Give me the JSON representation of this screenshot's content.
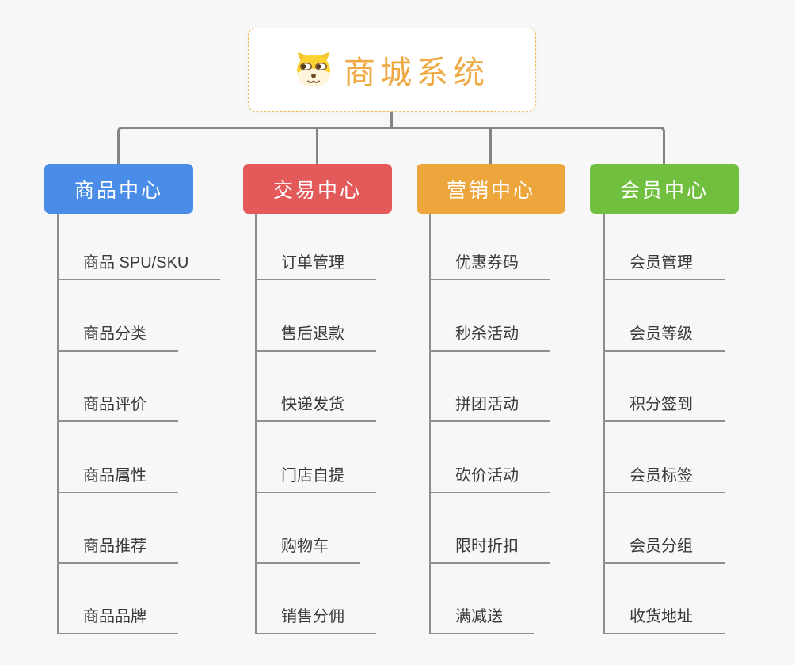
{
  "root": {
    "title": "商城系统",
    "icon": "dog-face-icon"
  },
  "branches": [
    {
      "label": "商品中心",
      "color": "#4a8de8",
      "children": [
        "商品 SPU/SKU",
        "商品分类",
        "商品评价",
        "商品属性",
        "商品推荐",
        "商品品牌"
      ]
    },
    {
      "label": "交易中心",
      "color": "#e45a5a",
      "children": [
        "订单管理",
        "售后退款",
        "快递发货",
        "门店自提",
        "购物车",
        "销售分佣"
      ]
    },
    {
      "label": "营销中心",
      "color": "#eda63c",
      "children": [
        "优惠券码",
        "秒杀活动",
        "拼团活动",
        "砍价活动",
        "限时折扣",
        "满减送"
      ]
    },
    {
      "label": "会员中心",
      "color": "#71bf3f",
      "children": [
        "会员管理",
        "会员等级",
        "积分签到",
        "会员标签",
        "会员分组",
        "收货地址"
      ]
    }
  ],
  "colors": {
    "background": "#f7f7f7",
    "connector": "#848484",
    "underline": "#8f8f8f",
    "leaf_text": "#3a3a3a",
    "root_accent": "#f0a843",
    "root_border": "#edb95e"
  }
}
